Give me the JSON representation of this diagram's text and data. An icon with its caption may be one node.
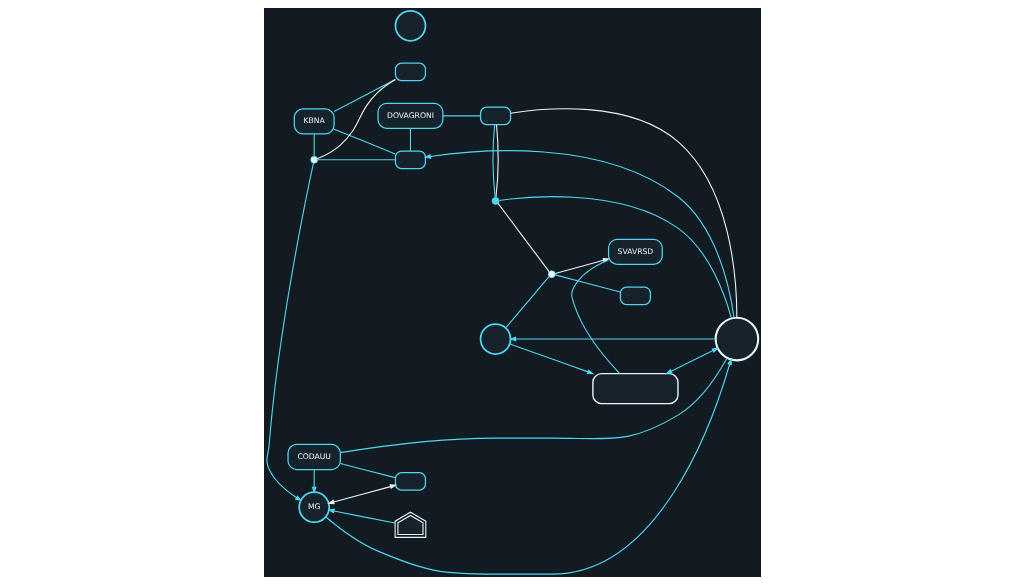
{
  "diagram": {
    "nodes": [
      {
        "text": [
          "KBNA"
        ]
      },
      {
        "text": [
          "DOVAGRONI"
        ]
      },
      {
        "text": [],
        "shape": "box"
      },
      {
        "text": [],
        "shape": "box"
      },
      {
        "text": [],
        "shape": "box"
      },
      {
        "text": [],
        "shape": "box"
      },
      {
        "text": [],
        "shape": "circle"
      },
      {
        "text": [],
        "shape": "circle"
      },
      {
        "text": [],
        "shape": "circle"
      },
      {
        "text": [],
        "shape": "house"
      },
      {
        "text": [
          "MG"
        ]
      },
      {
        "text": [],
        "shape": "circle"
      },
      {
        "text": [],
        "shape": "circle"
      },
      {
        "text": [
          "SVAVRSD"
        ]
      },
      {
        "text": [],
        "shape": "box"
      },
      {
        "text": [
          "CODAUU"
        ]
      },
      {
        "text": [],
        "shape": "box"
      },
      {
        "text": [],
        "shape": "circle"
      }
    ],
    "edges": [
      {
        "from": 0,
        "to": 2,
        "arrow": "none"
      },
      {
        "from": 0,
        "to": 6,
        "arrow": "none"
      },
      {
        "from": 0,
        "to": 3,
        "arrow": "none"
      },
      {
        "from": 2,
        "to": 6,
        "arrow": "none",
        "color": "#e8f4f8"
      },
      {
        "from": 3,
        "to": 6,
        "arrow": "none"
      },
      {
        "from": 1,
        "to": 3,
        "arrow": "none"
      },
      {
        "from": 6,
        "to": 10,
        "arrow": "to"
      },
      {
        "from": 11,
        "to": 3,
        "arrow": "to"
      },
      {
        "from": 1,
        "to": 4,
        "arrow": "none"
      },
      {
        "from": 4,
        "to": 11,
        "arrow": "none",
        "color": "#e8f4f8"
      },
      {
        "from": 4,
        "to": 7,
        "arrow": "none",
        "color": "#e8f4f8"
      },
      {
        "from": 4,
        "to": 7,
        "arrow": "none"
      },
      {
        "from": 7,
        "to": 11,
        "arrow": "none"
      },
      {
        "from": 7,
        "to": 8,
        "arrow": "none",
        "color": "#e8f4f8"
      },
      {
        "from": 8,
        "to": 5,
        "arrow": "none"
      },
      {
        "from": 8,
        "to": 13,
        "arrow": "to",
        "color": "#e8f4f8"
      },
      {
        "from": 8,
        "to": 12,
        "arrow": "none"
      },
      {
        "from": 9,
        "to": 10,
        "arrow": "to"
      },
      {
        "from": 10,
        "to": 11,
        "arrow": "to"
      },
      {
        "from": 11,
        "to": 12,
        "arrow": "to"
      },
      {
        "from": 14,
        "to": 10,
        "arrow": "both",
        "color": "#e8f4f8"
      },
      {
        "from": 15,
        "to": 10,
        "arrow": "to"
      },
      {
        "from": 14,
        "to": 15,
        "arrow": "none"
      },
      {
        "from": 15,
        "to": 11,
        "arrow": "none"
      },
      {
        "from": 16,
        "to": 11,
        "arrow": "both"
      },
      {
        "from": 12,
        "to": 16,
        "arrow": "to"
      },
      {
        "from": 13,
        "to": 16,
        "arrow": "none"
      }
    ]
  }
}
